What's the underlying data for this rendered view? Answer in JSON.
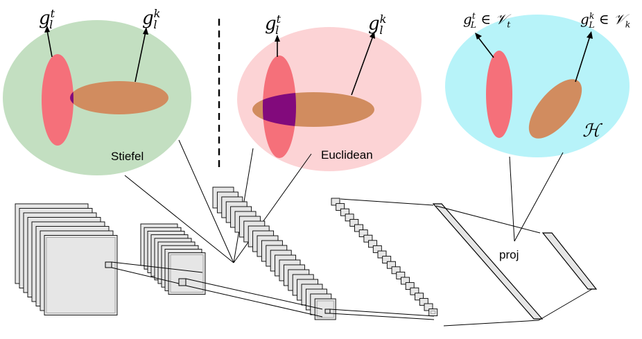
{
  "labels": {
    "stiefel": "Stiefel",
    "euclidean": "Euclidean",
    "proj": "proj",
    "hilbert_symbol": "ℋ"
  },
  "math": {
    "g": "g",
    "l": "l",
    "t": "t",
    "k": "k",
    "L": "L",
    "in": "∈",
    "V": "𝒱"
  },
  "colors": {
    "stiefel_bg": "#c3dfc1",
    "euclidean_bg": "#fcd3d5",
    "hilbert_bg": "#b7f3f9",
    "red_ellipse": "#f5707a",
    "orange_ellipse": "#d18c5f",
    "overlap": "#820a7c",
    "feature_map": "#e6e6e6"
  }
}
